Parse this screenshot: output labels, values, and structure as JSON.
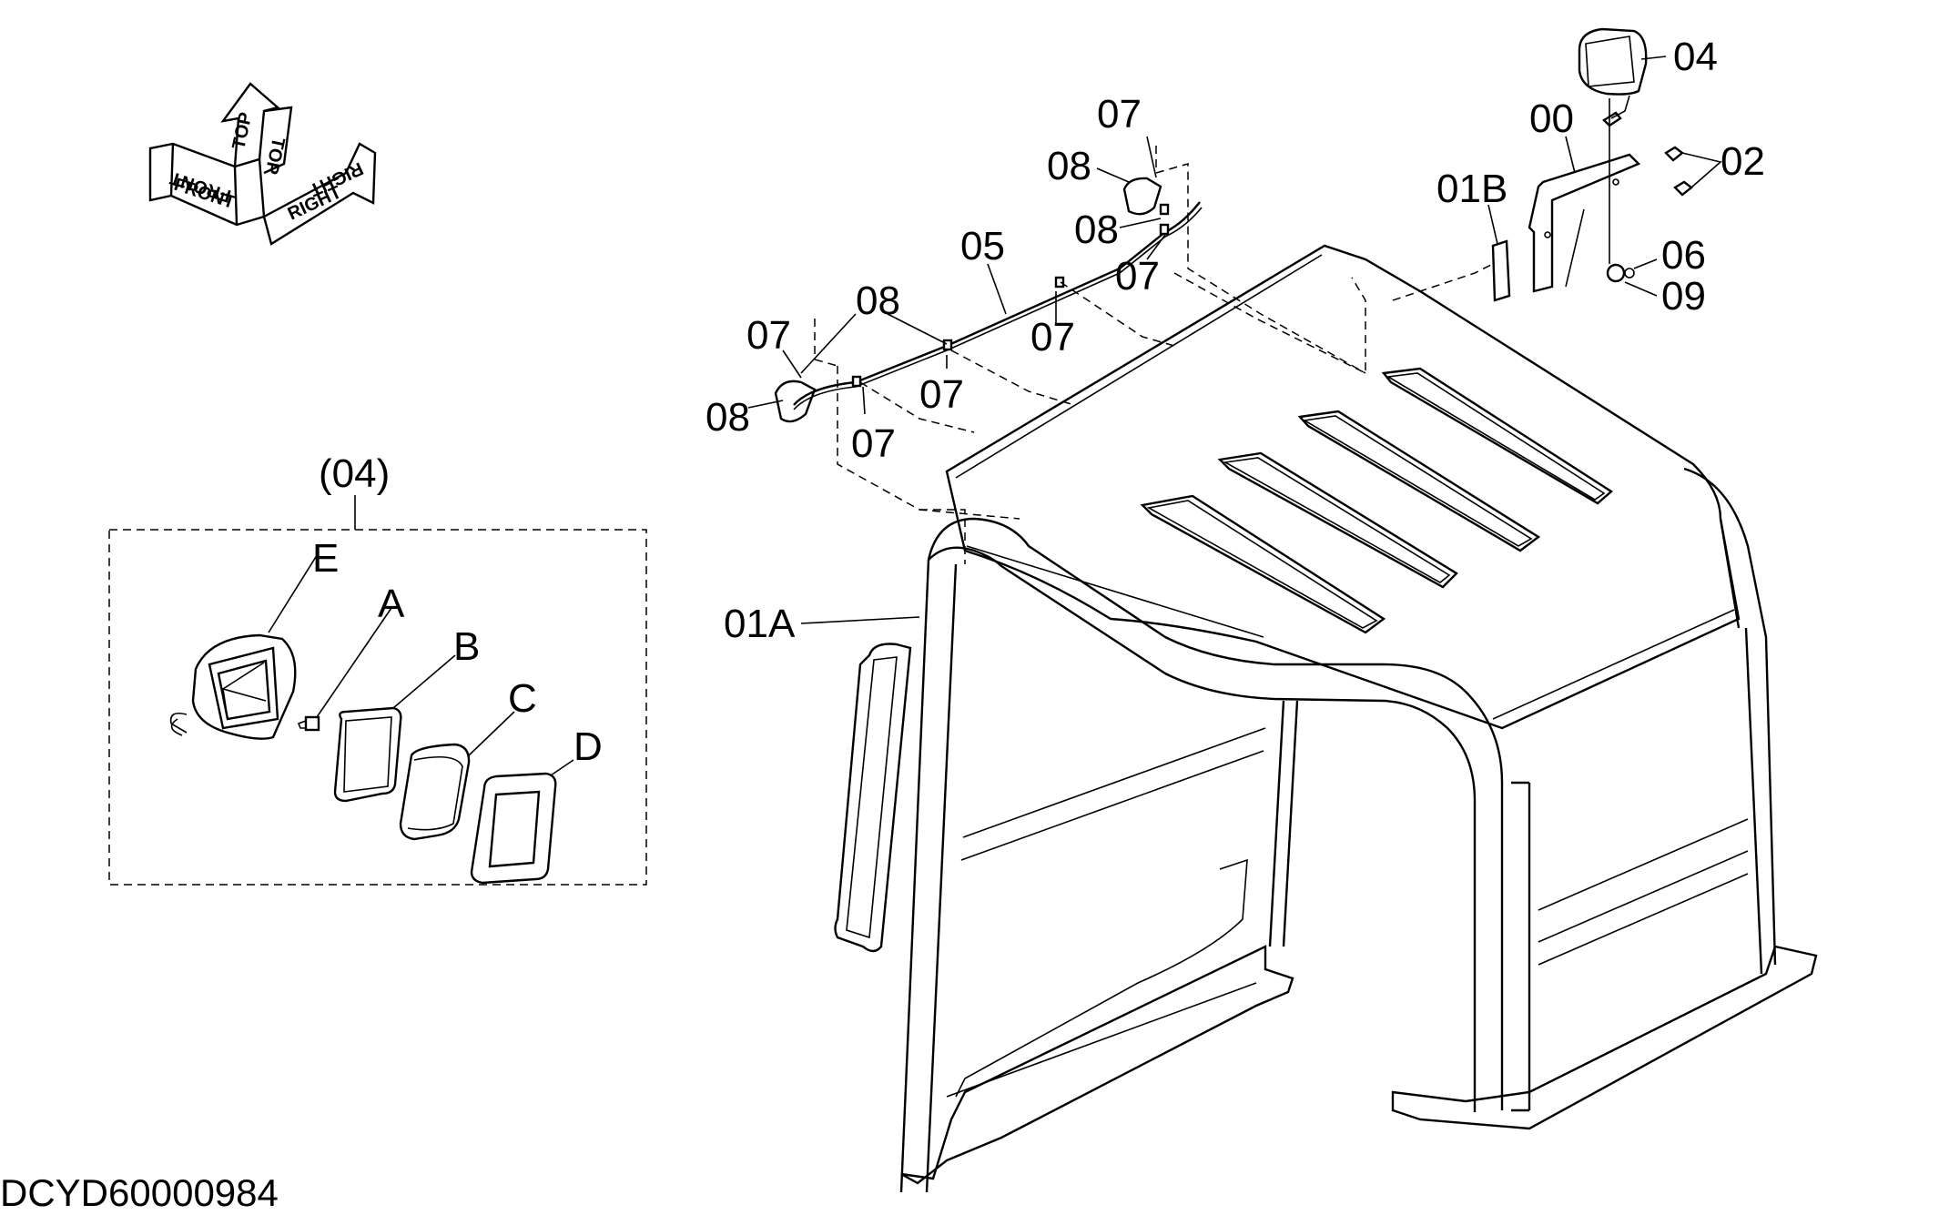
{
  "drawing_code": "DCYD60000984",
  "orientation": {
    "front": "FRONT",
    "top": "TOP",
    "right": "RIGHT"
  },
  "callouts": {
    "c04": "04",
    "c00": "00",
    "c02": "02",
    "c01B": "01B",
    "c06": "06",
    "c09": "09",
    "c07a": "07",
    "c08a": "08",
    "c08b": "08",
    "c07b": "07",
    "c05": "05",
    "c08c": "08",
    "c07c": "07",
    "c07d": "07",
    "c07e": "07",
    "c08d": "08",
    "c07f": "07",
    "c01A": "01A"
  },
  "detail": {
    "title": "(04)",
    "parts": {
      "E": "E",
      "A": "A",
      "B": "B",
      "C": "C",
      "D": "D"
    }
  }
}
